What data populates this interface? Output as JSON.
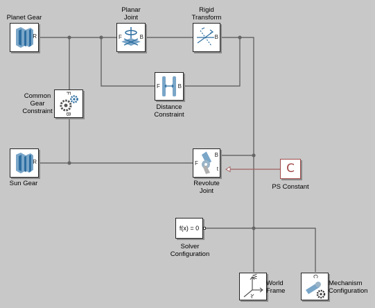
{
  "blocks": {
    "planet_gear": {
      "label": "Planet Gear",
      "port_r": "R"
    },
    "planar_joint": {
      "label": "Planar\nJoint",
      "port_f": "F",
      "port_b": "B"
    },
    "rigid_transform": {
      "label": "Rigid\nTransform",
      "port_b": "B"
    },
    "common_gear_constraint": {
      "label": "Common\nGear\nConstraint",
      "port_f": "F",
      "port_b": "B"
    },
    "distance_constraint": {
      "label": "Distance\nConstraint",
      "port_f": "F",
      "port_b": "B"
    },
    "sun_gear": {
      "label": "Sun Gear",
      "port_r": "R"
    },
    "revolute_joint": {
      "label": "Revolute\nJoint",
      "port_f": "F",
      "port_b": "B",
      "port_t": "t"
    },
    "ps_constant": {
      "label": "PS Constant",
      "symbol": "C"
    },
    "solver_configuration": {
      "label": "Solver\nConfiguration",
      "expression": "f(x) = 0"
    },
    "world_frame": {
      "label": "World\nFrame",
      "port_w": "W"
    },
    "mechanism_configuration": {
      "label": "Mechanism\nConfiguration",
      "port_c": "C"
    }
  },
  "colors": {
    "background": "#c8c8c8",
    "line": "#555555",
    "ps_line": "#a06060",
    "ps_border": "#a04848",
    "icon_blue": "#3d7fb3"
  }
}
